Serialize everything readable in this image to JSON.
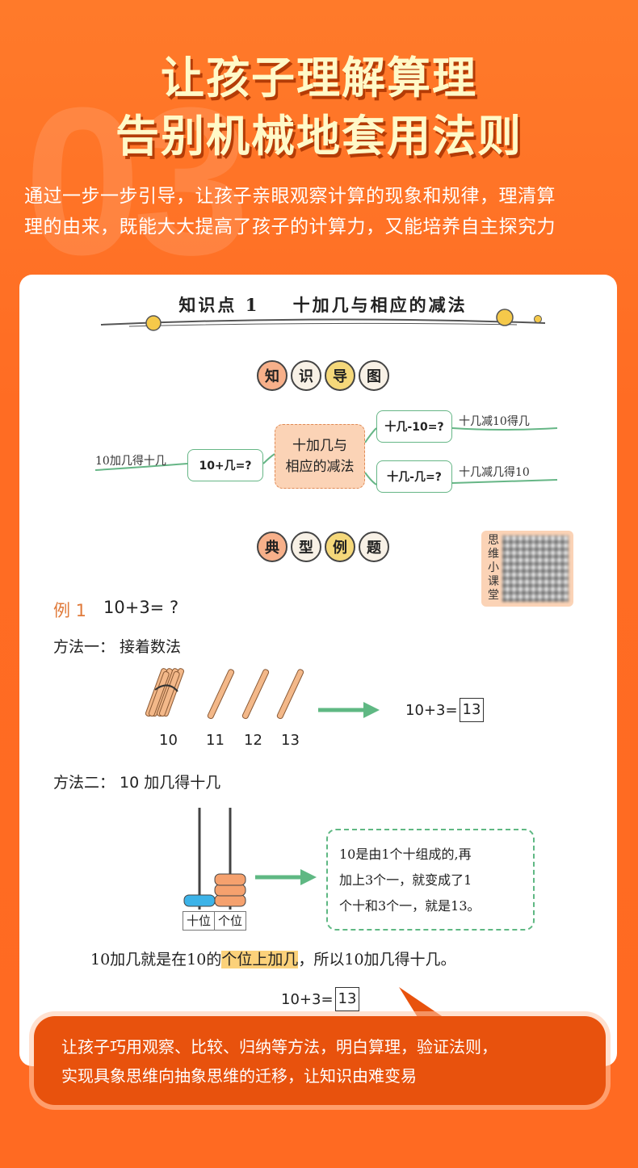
{
  "bg_number": "03",
  "title": {
    "line1": "让孩子理解算理",
    "line2": "告别机械地套用法则"
  },
  "intro": {
    "line1": "通过一步一步引导，让孩子亲眼观察计算的现象和规律，理清算",
    "line2": "理的由来，既能大大提高了孩子的计算力，又能培养自主探究力"
  },
  "knowledge_point": {
    "label": "知识点 1",
    "topic": "十加几与相应的减法"
  },
  "guide_head": [
    "知",
    "识",
    "导",
    "图"
  ],
  "mindmap": {
    "left_label": "10加几得十几",
    "left_box": "10+几=?",
    "center_line1": "十加几与",
    "center_line2": "相应的减法",
    "top_box": "十几-10=?",
    "top_label": "十几减10得几",
    "bottom_box": "十几-几=?",
    "bottom_label": "十几减几得10"
  },
  "example_head": [
    "典",
    "型",
    "例",
    "题"
  ],
  "qr_label": [
    "思",
    "维",
    "小",
    "课",
    "堂"
  ],
  "example": {
    "label": "例 1",
    "equation": "10+3= ?"
  },
  "method1": {
    "title": "方法一：  接着数法",
    "numbers": [
      "10",
      "11",
      "12",
      "13"
    ],
    "equation": "10+3=",
    "answer": "13"
  },
  "method2": {
    "title": "方法二：  10 加几得十几",
    "place_tens": "十位",
    "place_ones": "个位",
    "note_line1": "10是由1个十组成的,再",
    "note_line2": "加上3个一，就变成了1",
    "note_line3": "个十和3个一，就是13。",
    "conclusion_pre": "10加几就是在10的",
    "conclusion_hl": "个位上加几",
    "conclusion_post": "，所以10加几得十几。",
    "equation": "10+3=",
    "answer": "13"
  },
  "callout": {
    "line1": "让孩子巧用观察、比较、归纳等方法，明白算理，验证法则，",
    "line2": "实现具象思维向抽象思维的迁移，让知识由难变易"
  },
  "colors": {
    "background": "#ff6c23",
    "title": "#fff9c8",
    "arrow_green": "#5fb883",
    "callout": "#e8520d",
    "bead_blue": "#3cb3e8",
    "bead_orange": "#f5a16e"
  }
}
